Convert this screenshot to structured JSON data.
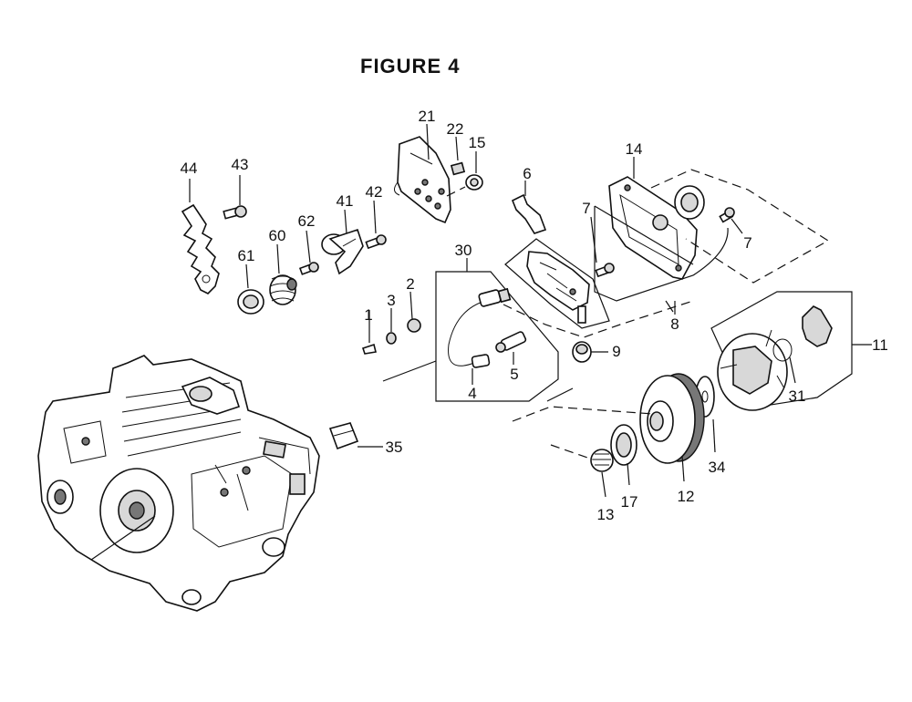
{
  "title": "FIGURE  4",
  "callouts": {
    "p1": "1",
    "p2": "2",
    "p3": "3",
    "p4": "4",
    "p5": "5",
    "p6": "6",
    "p7a": "7",
    "p7b": "7",
    "p8": "8",
    "p9": "9",
    "p11": "11",
    "p12": "12",
    "p13": "13",
    "p14": "14",
    "p15": "15",
    "p17": "17",
    "p21": "21",
    "p22": "22",
    "p30": "30",
    "p31": "31",
    "p34": "34",
    "p35": "35",
    "p41": "41",
    "p42": "42",
    "p43": "43",
    "p44": "44",
    "p60": "60",
    "p61": "61",
    "p62": "62"
  }
}
